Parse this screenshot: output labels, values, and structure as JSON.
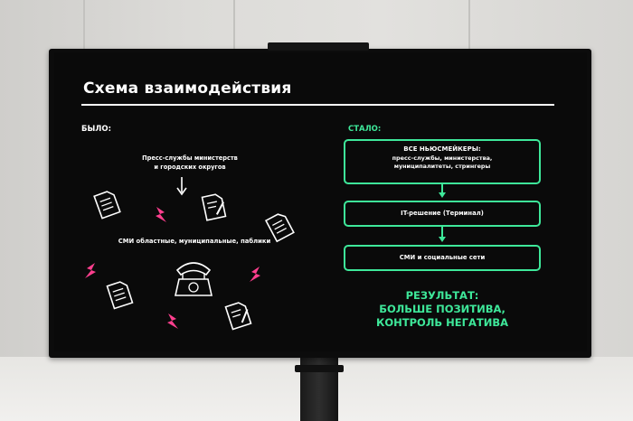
{
  "slide": {
    "title": "Схема взаимодействия",
    "before": {
      "heading": "БЫЛО:",
      "press_line1": "Пресс-службы министерств",
      "press_line2": "и городских округов",
      "media": "СМИ областные, муниципальные, паблики"
    },
    "after": {
      "heading": "СТАЛО:",
      "box1_line1": "ВСЕ НЬЮСМЕЙКЕРЫ:",
      "box1_line2": "пресс-службы, министерства,",
      "box1_line3": "муниципалитеты, стрингеры",
      "box2": "IT-решение (Терминал)",
      "box3": "СМИ и социальные сети",
      "result_line1": "РЕЗУЛЬТАТ:",
      "result_line2": "БОЛЬШЕ ПОЗИТИВА,",
      "result_line3": "КОНТРОЛЬ НЕГАТИВА"
    }
  },
  "colors": {
    "accent_green": "#3ee89a",
    "lightning_pink": "#ff3f8e",
    "screen_bg": "#0a0a0a"
  }
}
